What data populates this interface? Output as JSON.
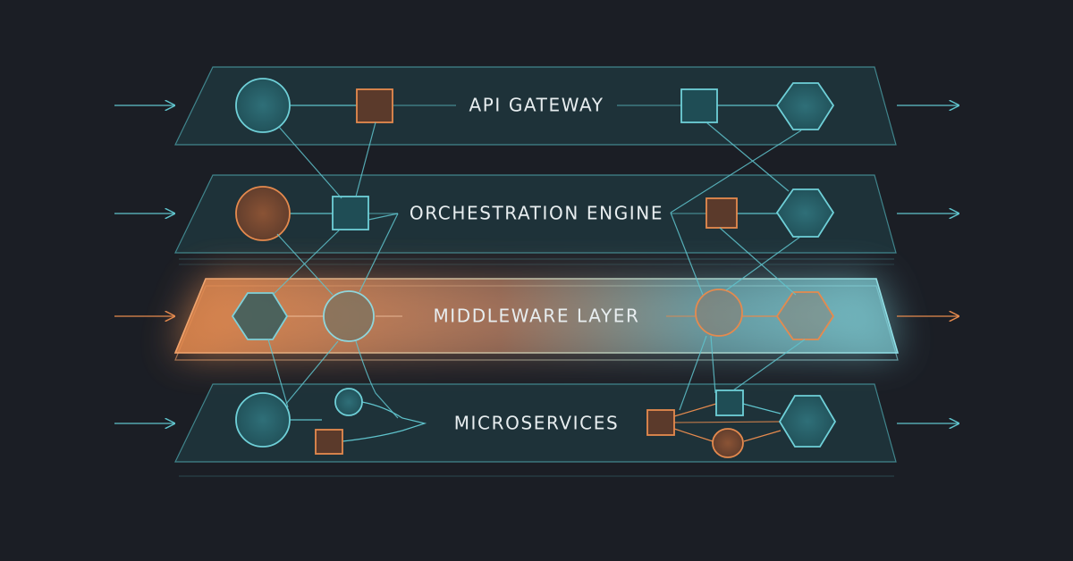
{
  "layers": [
    {
      "id": "api-gateway",
      "label": "API GATEWAY"
    },
    {
      "id": "orchestration-engine",
      "label": "ORCHESTRATION ENGINE"
    },
    {
      "id": "middleware-layer",
      "label": "MIDDLEWARE LAYER",
      "highlighted": true
    },
    {
      "id": "microservices",
      "label": "MICROSERVICES"
    }
  ],
  "colors": {
    "background": "#1b1e25",
    "teal": "#5fc3cc",
    "orange": "#e58a4e",
    "panel_fill": "#223a40",
    "text": "#e8eef0"
  },
  "icons": [
    "circle-node",
    "square-node",
    "hexagon-node",
    "arrow-right-icon"
  ]
}
